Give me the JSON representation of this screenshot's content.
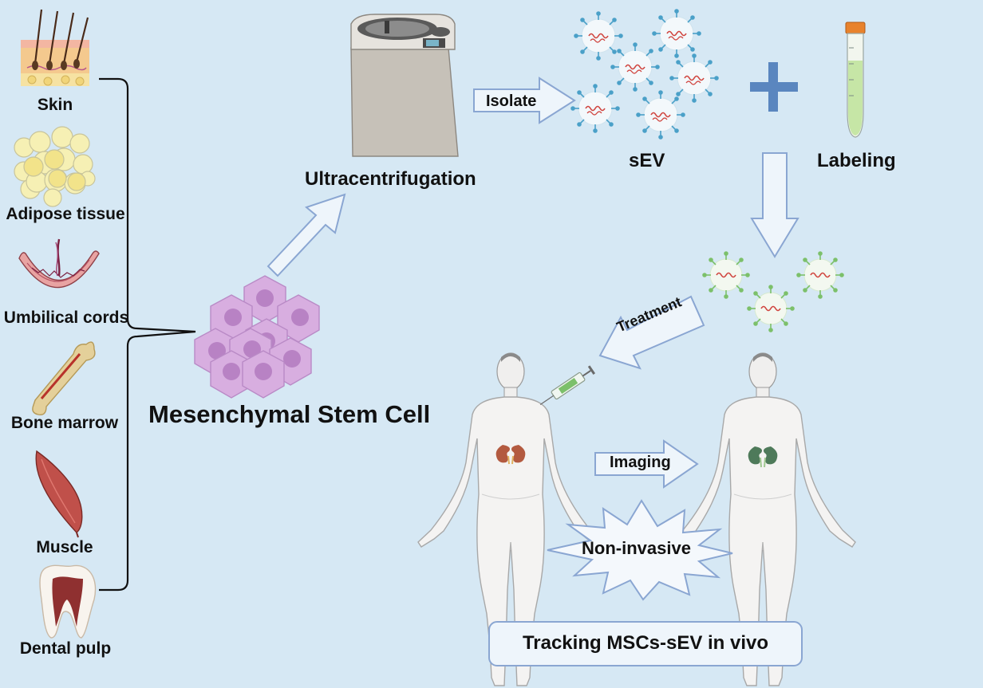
{
  "sources": [
    {
      "label": "Skin",
      "icon": "skin-tissue-icon"
    },
    {
      "label": "Adipose tissue",
      "icon": "adipose-tissue-icon"
    },
    {
      "label": "Umbilical cords",
      "icon": "umbilical-cord-icon"
    },
    {
      "label": "Bone marrow",
      "icon": "bone-icon"
    },
    {
      "label": "Muscle",
      "icon": "muscle-icon"
    },
    {
      "label": "Dental pulp",
      "icon": "tooth-icon"
    }
  ],
  "msc_label": "Mesenchymal Stem Cell",
  "ultracentrifugation_label": "Ultracentrifugation",
  "isolate_label": "Isolate",
  "sev_label": "sEV",
  "labeling_label": "Labeling",
  "treatment_label": "Treatment",
  "imaging_label": "Imaging",
  "noninvasive_label": "Non-invasive",
  "tracking_label": "Tracking MSCs-sEV in vivo",
  "colors": {
    "background": "#d6e8f4",
    "arrow_fill": "#eef5fb",
    "arrow_stroke": "#8aa6d2",
    "cell": "#d8aee0",
    "cell_nucleus": "#b882c4",
    "vesicle_blue": "#4aa0c8",
    "vesicle_green": "#7cc06a",
    "plus": "#5a86bf"
  }
}
